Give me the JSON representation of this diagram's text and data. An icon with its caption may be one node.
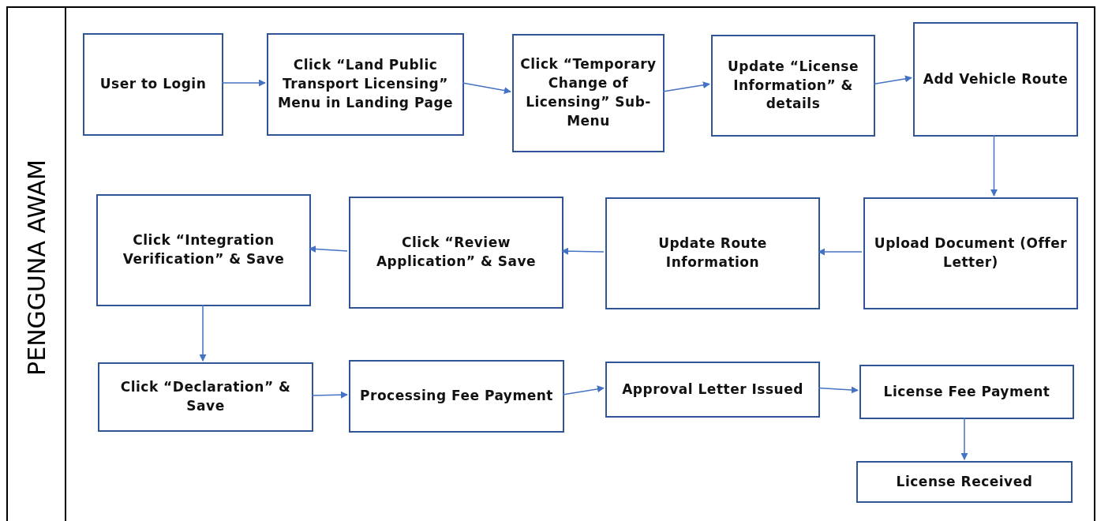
{
  "diagram": {
    "nodes": [
      {
        "text": [
          "PENGGUNA AWAM"
        ]
      },
      {
        "text": [
          "User to Login"
        ],
        "in": 0
      },
      {
        "text": [
          "Click “Land Public Transport Licensing” Menu in Landing Page"
        ],
        "in": 0
      },
      {
        "text": [
          "Click “Temporary Change of Licensing” Sub-Menu"
        ],
        "in": 0
      },
      {
        "text": [
          "Update “License Information” & details"
        ],
        "in": 0
      },
      {
        "text": [
          "Add Vehicle Route"
        ],
        "in": 0
      },
      {
        "text": [
          "Upload Document (Offer Letter)"
        ],
        "in": 0
      },
      {
        "text": [
          "Update Route Information"
        ],
        "in": 0
      },
      {
        "text": [
          "Click “Review Application” & Save"
        ],
        "in": 0
      },
      {
        "text": [
          "Click “Integration Verification” & Save"
        ],
        "in": 0
      },
      {
        "text": [
          "Click “Declaration” & Save"
        ],
        "in": 0
      },
      {
        "text": [
          "Processing Fee Payment"
        ],
        "in": 0
      },
      {
        "text": [
          "Approval Letter Issued"
        ],
        "in": 0
      },
      {
        "text": [
          "License Fee Payment"
        ],
        "in": 0
      },
      {
        "text": [
          "License Received"
        ],
        "in": 0
      }
    ],
    "edges": [
      {
        "from": 1,
        "to": 2,
        "arrow": "to"
      },
      {
        "from": 2,
        "to": 3,
        "arrow": "to"
      },
      {
        "from": 3,
        "to": 4,
        "arrow": "to"
      },
      {
        "from": 4,
        "to": 5,
        "arrow": "to"
      },
      {
        "from": 5,
        "to": 6,
        "arrow": "to"
      },
      {
        "from": 6,
        "to": 7,
        "arrow": "to"
      },
      {
        "from": 7,
        "to": 8,
        "arrow": "to"
      },
      {
        "from": 8,
        "to": 9,
        "arrow": "to"
      },
      {
        "from": 9,
        "to": 10,
        "arrow": "to"
      },
      {
        "from": 10,
        "to": 11,
        "arrow": "to"
      },
      {
        "from": 11,
        "to": 12,
        "arrow": "to"
      },
      {
        "from": 12,
        "to": 13,
        "arrow": "to"
      },
      {
        "from": 13,
        "to": 14,
        "arrow": "to"
      }
    ]
  }
}
